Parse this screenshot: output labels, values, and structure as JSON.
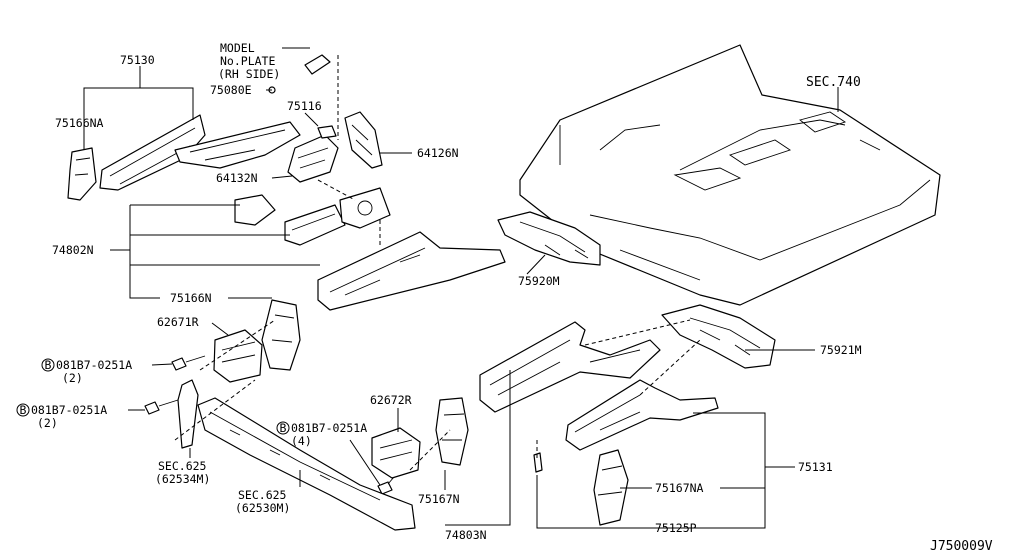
{
  "labels": {
    "p75130": "75130",
    "p75166na": "75166NA",
    "model1": "MODEL",
    "model2": "No.PLATE",
    "model3": "(RH SIDE)",
    "p75080e": "75080E",
    "p75116": "75116",
    "p64126n": "64126N",
    "p64132n": "64132N",
    "p74802n": "74802N",
    "sec740": "SEC.740",
    "p75920m": "75920M",
    "p75166n": "75166N",
    "p62671r": "62671R",
    "bolt1": "081B7-0251A",
    "bolt1q": "(2)",
    "bolt2": "081B7-0251A",
    "bolt2q": "(2)",
    "bolt3": "081B7-0251A",
    "bolt3q": "(4)",
    "p62672r": "62672R",
    "p75921m": "75921M",
    "sec625a1": "SEC.625",
    "sec625a2": "(62534M)",
    "sec625b1": "SEC.625",
    "sec625b2": "(62530M)",
    "p75167n": "75167N",
    "p74803n": "74803N",
    "p75131": "75131",
    "p75167na": "75167NA",
    "p75125p": "75125P",
    "bolt_mark": "B",
    "diagram_id": "J750009V"
  }
}
